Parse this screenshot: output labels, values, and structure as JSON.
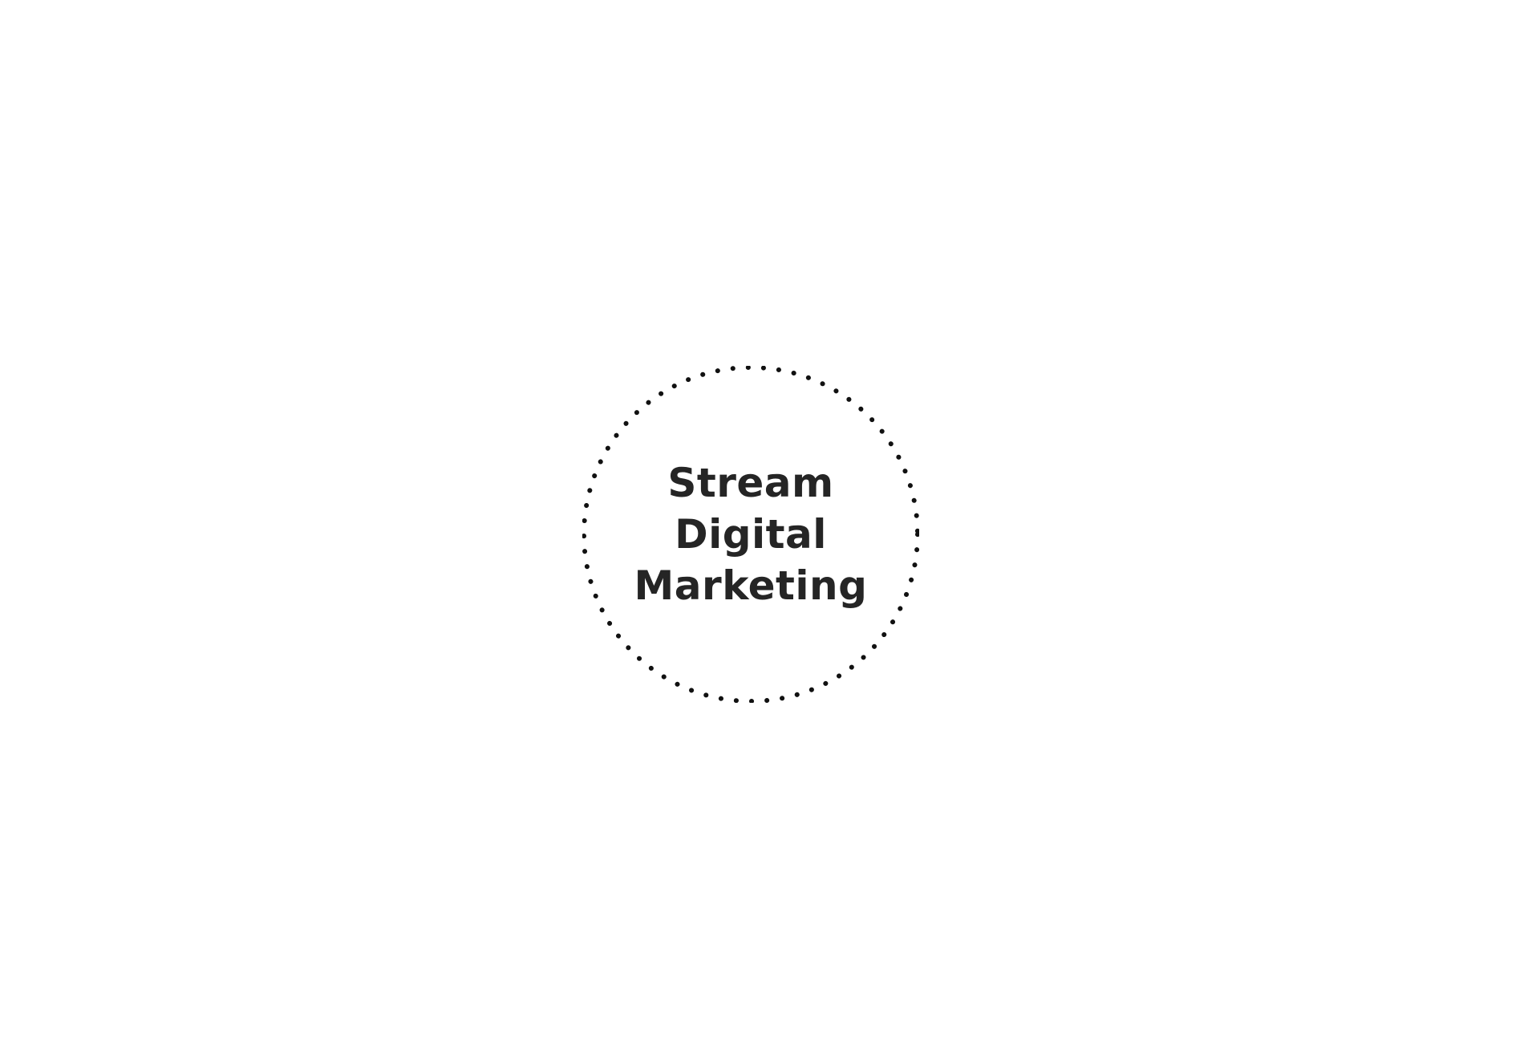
{
  "logo": {
    "lines": [
      "Stream",
      "Digital",
      "Marketing"
    ],
    "text_color": "#252525",
    "dot_color": "#111111",
    "background": "#ffffff"
  }
}
